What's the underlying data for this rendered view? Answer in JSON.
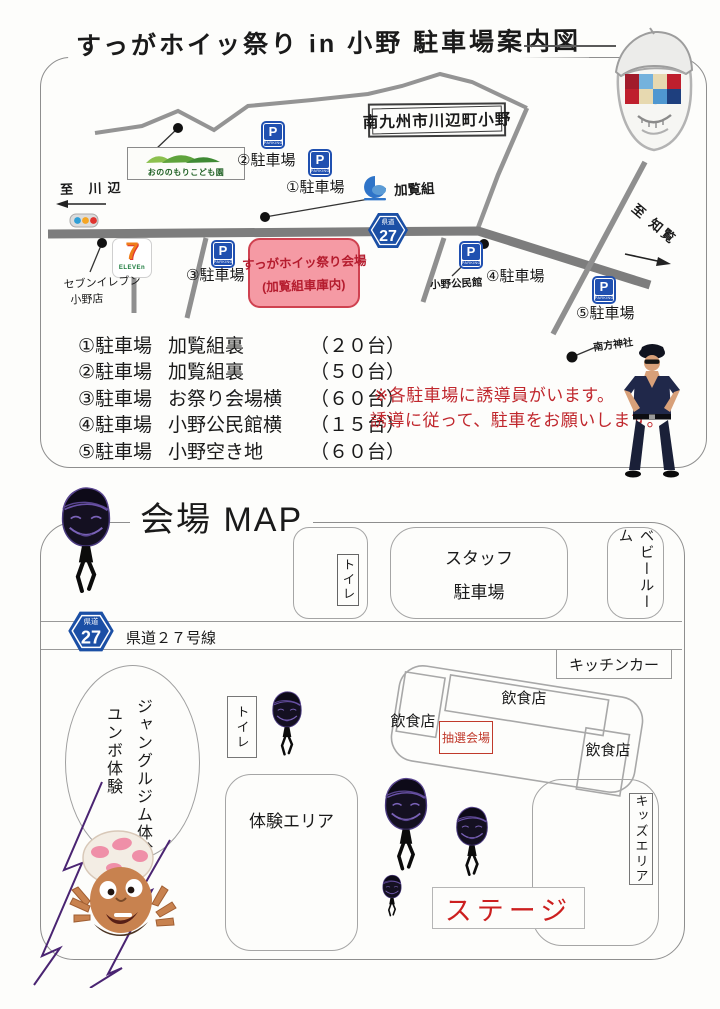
{
  "doc_title": "すっがホイッ祭り in 小野 駐車場案内図",
  "parking_map": {
    "area_sign": "南九州市川辺町小野",
    "dir_left": "至 川辺",
    "dir_right": "至 知覧",
    "route_prefix": "県道",
    "route_number": "27",
    "p_letter": "P",
    "p_caption": "PARKING",
    "labels": {
      "p1": "①駐車場",
      "p2": "②駐車場",
      "p3": "③駐車場",
      "p4": "④駐車場",
      "p5": "⑤駐車場",
      "kindergarten": "おののもりこども園",
      "seven_line1": "セブンイレブン",
      "seven_line2": "小野店",
      "kakurangumi": "加覧組",
      "kominkan": "小野公民館",
      "shrine": "南方神社"
    },
    "seven_logo": {
      "seven": "7",
      "eleven": "ELEVEn"
    },
    "venue_box": {
      "line1": "すっがホイッ祭り会場",
      "line2": "(加覧組車庫内)"
    }
  },
  "parking_list": [
    {
      "no": "①駐車場",
      "place": "加覧組裏",
      "capacity": "（２０台）"
    },
    {
      "no": "②駐車場",
      "place": "加覧組裏",
      "capacity": "（５０台）"
    },
    {
      "no": "③駐車場",
      "place": "お祭り会場横",
      "capacity": "（６０台）"
    },
    {
      "no": "④駐車場",
      "place": "小野公民館横",
      "capacity": "（１５台）"
    },
    {
      "no": "⑤駐車場",
      "place": "小野空き地",
      "capacity": "（６０台）"
    }
  ],
  "notice": {
    "line1": "※各駐車場に誘導員がいます。",
    "line2": "誘導に従って、駐車をお願いします。"
  },
  "venue_map": {
    "title": "会場 MAP",
    "route_prefix": "県道",
    "route_number": "27",
    "road_label": "県道２７号線",
    "toilet_north": "トイレ",
    "staff_line1": "スタッフ",
    "staff_line2": "駐車場",
    "baby_room": "ベビールーム",
    "kitchen_car": "キッチンカー",
    "jungle_gym": "ジャングルジム体験",
    "excavator": "ユンボ体験",
    "toilet_west": "トイレ",
    "experience_area": "体験エリア",
    "food_stall": "飲食店",
    "lottery": "抽選会場",
    "kids_area": "キッズエリア",
    "stage": "ステージ"
  },
  "colors": {
    "road_gray": "#7d7d7d",
    "parking_blue": "#2050b0",
    "route_blue": "#1b4fa5",
    "notice_red": "#c0272d",
    "venue_pink": "#f59aa4",
    "stage_red": "#cc1f1f",
    "mask_purple": "#6a52a8"
  }
}
